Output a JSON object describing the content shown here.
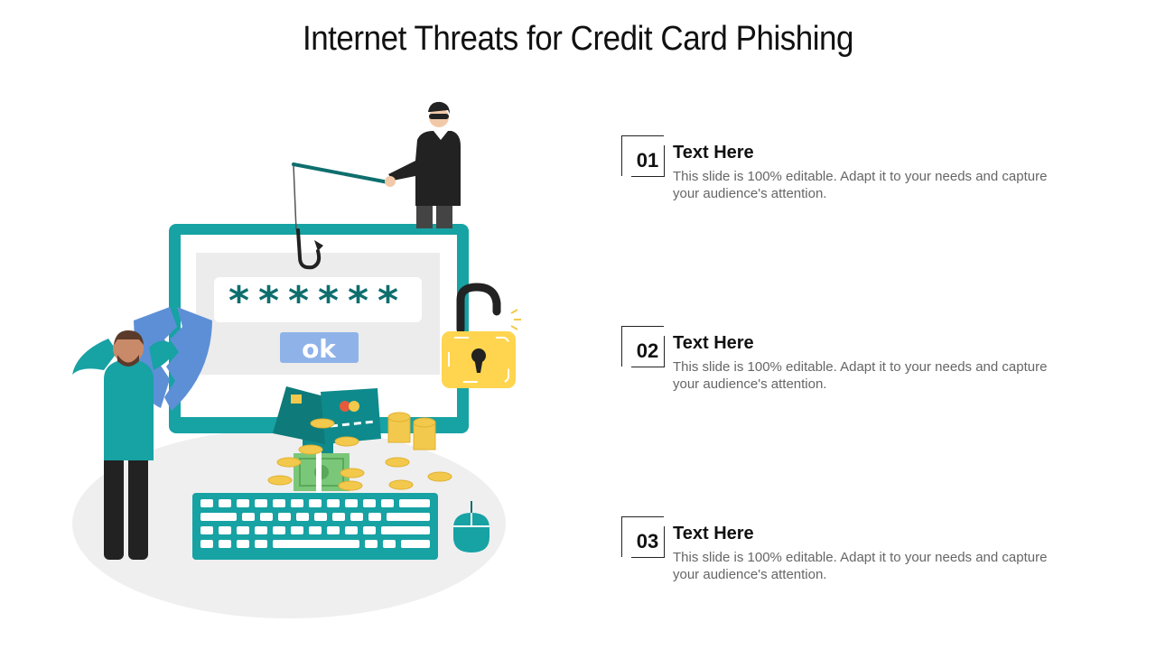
{
  "slide": {
    "title": "Internet Threats for Credit Card Phishing"
  },
  "illustration": {
    "password_mask": "******",
    "ok_label": "ok"
  },
  "items": [
    {
      "number": "01",
      "heading": "Text Here",
      "text": "This slide is 100% editable.  Adapt it to your needs and capture your audience's attention."
    },
    {
      "number": "02",
      "heading": "Text Here",
      "text": "This slide is 100% editable.  Adapt it to your needs and capture your audience's attention."
    },
    {
      "number": "03",
      "heading": "Text Here",
      "text": "This slide is 100% editable.  Adapt it to your needs and capture your audience's attention."
    }
  ],
  "colors": {
    "teal": "#17a2a4",
    "dark_teal": "#0e6e6e",
    "gold": "#f2c94c",
    "lock_yellow": "#ffd54f",
    "shield_blue": "#5d8fd6",
    "ok_button": "#8fb3e8",
    "ground": "#ededed",
    "cash_green": "#7ac77a"
  }
}
